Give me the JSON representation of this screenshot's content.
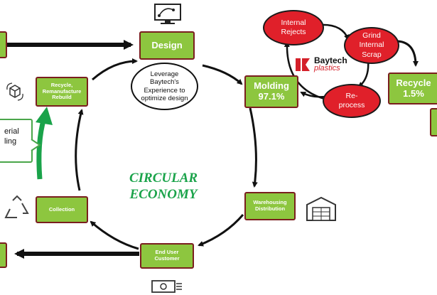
{
  "diagram": {
    "center_title": "CIRCULAR\nECONOMY",
    "center_text": "Leverage\nBaytech's\nExperience to\noptimize design",
    "nodes": {
      "design": "Design",
      "molding": "Molding\n97.1%",
      "warehousing": "Warehousing\nDistribution",
      "end_user": "End User\nCustomer",
      "collection": "Collection",
      "recycle_remanufacture": "Recycle,\nRemanufacture\nRebuild",
      "recycle": "Recycle\n1.5%"
    },
    "scrap_loop": {
      "internal_rejects": "Internal\nRejects",
      "grind": "Grind\nInternal\nScrap",
      "reprocess": "Re-\nprocess"
    },
    "logo": {
      "name": "Baytech",
      "sub": "plastics"
    },
    "material_box_text": "erial\nling",
    "colors": {
      "node_fill": "#8dc63f",
      "node_border": "#7a1e1e",
      "scrap_fill": "#e0202a",
      "title_color": "#1aa34a",
      "arrow_green": "#1aa34a"
    },
    "icons": [
      "computer-design-icon",
      "recycle-box-icon",
      "recycle-triangle-icon",
      "warehouse-icon",
      "cash-icon"
    ]
  }
}
